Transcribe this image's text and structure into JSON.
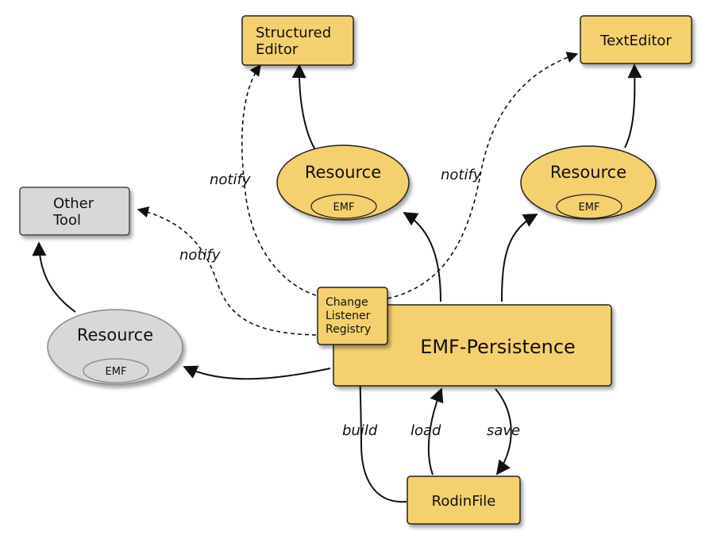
{
  "nodes": {
    "structured_editor": {
      "line1": "Structured",
      "line2": "Editor"
    },
    "text_editor": {
      "label": "TextEditor"
    },
    "other_tool": {
      "line1": "Other",
      "line2": "Tool"
    },
    "resource_left": {
      "label": "Resource",
      "inner": "EMF"
    },
    "resource_mid": {
      "label": "Resource",
      "inner": "EMF"
    },
    "resource_right": {
      "label": "Resource",
      "inner": "EMF"
    },
    "change_listener_registry": {
      "line1": "Change",
      "line2": "Listener",
      "line3": "Registry"
    },
    "emf_persistence": {
      "label": "EMF-Persistence"
    },
    "rodin_file": {
      "label": "RodinFile"
    }
  },
  "edges": {
    "notify_structured": "notify",
    "notify_text": "notify",
    "notify_other": "notify",
    "build": "build",
    "load": "load",
    "save": "save"
  },
  "colors": {
    "yellow_fill": "#f5d06e",
    "gray_fill": "#d8d8d8",
    "stroke": "#222222"
  }
}
